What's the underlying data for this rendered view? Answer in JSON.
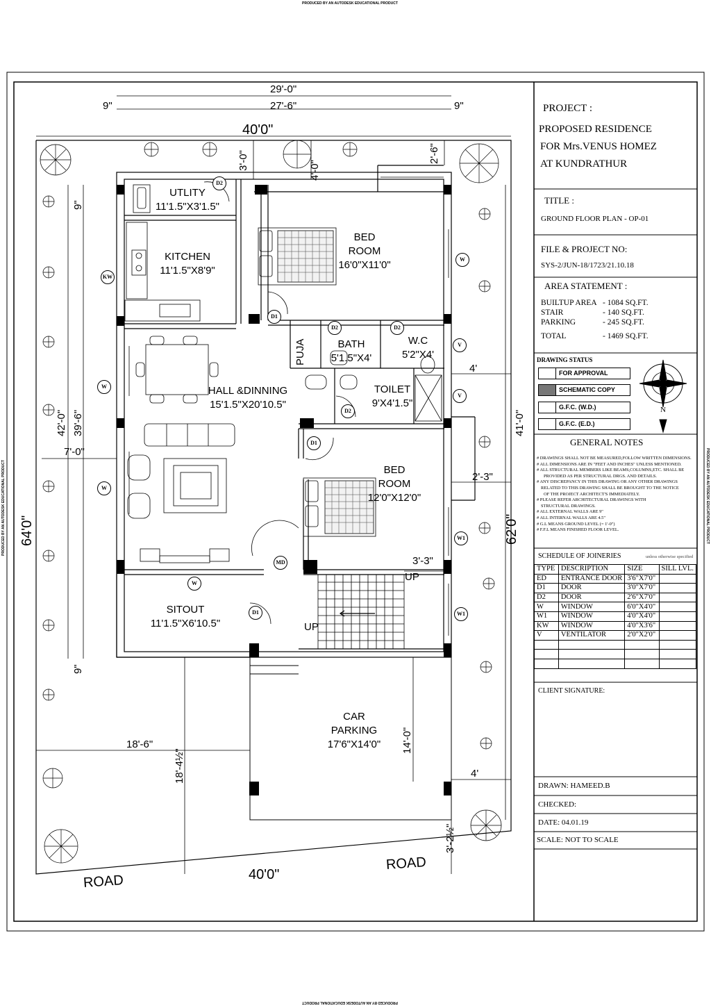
{
  "watermark": "PRODUCED BY AN AUTODESK EDUCATIONAL PRODUCT",
  "project": {
    "label": "PROJECT :",
    "line1": "PROPOSED RESIDENCE",
    "line2": "FOR Mrs.VENUS HOMEZ",
    "line3": "AT KUNDRATHUR"
  },
  "title": {
    "label": "TITLE :",
    "value": "GROUND FLOOR PLAN - OP-01"
  },
  "file_no": {
    "label": "FILE & PROJECT NO:",
    "value": "SYS-2/JUN-18/1723/21.10.18"
  },
  "area": {
    "label": "AREA STATEMENT :",
    "rows": [
      {
        "name": "BUILTUP AREA",
        "value": "- 1084 SQ.FT."
      },
      {
        "name": "STAIR",
        "value": "- 140 SQ.FT."
      },
      {
        "name": "PARKING",
        "value": "- 245 SQ.FT."
      },
      {
        "name": "TOTAL",
        "value": "- 1469 SQ.FT."
      }
    ]
  },
  "drawing_status": {
    "label": "DRAWING STATUS",
    "items": [
      "FOR APPROVAL",
      "SCHEMATIC COPY",
      "G.F.C. (W.D.)",
      "G.F.C. (E.D.)"
    ],
    "selected_color": "#777777"
  },
  "compass": {
    "north": "N"
  },
  "general_notes": {
    "label": "GENERAL NOTES",
    "lines": [
      "# DRAWINGS SHALL NOT BE MEASURED,FOLLOW WRITTEN DIMENSIONS.",
      "# ALL DIMENSIONS ARE IN \"FEET AND INCHES\" UNLESS MENTIONED.",
      "# ALL STRUCTURAL MEMBERS LIKE BEAMS,COLUMNS,ETC. SHALL BE",
      "PROVIDED AS PER STRUCTURAL DRGS. AND DETAILS.",
      "# ANY DISCREPANCY IN THIS DRAWING OR ANY OTHER DRAWINGS",
      "RELATED TO THIS DRAWING SHALL BE BROUGHT TO THE NOTICE",
      "OF THE PROJECT ARCHITECT'S IMMEDIATELY.",
      "# PLEASE REFER ARCHITECTURAL DRAWINGS WITH",
      "STRUCTURAL DRAWINGS.",
      "# ALL EXTERNAL WALLS ARE 9\"",
      "# ALL INTERNAL WALLS ARE 4.5\"",
      "# G.L MEANS GROUND LEVEL (= 1'-0\")",
      "# F.F.L MEANS FINISHED FLOOR LEVEL."
    ]
  },
  "joineries": {
    "label": "SCHEDULE OF JOINERIES",
    "note": "unless otherwise specified",
    "headers": [
      "TYPE",
      "DESCRIPTION",
      "SIZE",
      "SILL LVL."
    ],
    "rows": [
      [
        "ED",
        "ENTRANCE DOOR",
        "3'6\"X7'0\"",
        ""
      ],
      [
        "D1",
        "DOOR",
        "3'0\"X7'0\"",
        ""
      ],
      [
        "D2",
        "DOOR",
        "2'6\"X7'0\"",
        ""
      ],
      [
        "W",
        "WINDOW",
        "6'0\"X4'0\"",
        ""
      ],
      [
        "W1",
        "WINDOW",
        "4'0\"X4'0\"",
        ""
      ],
      [
        "KW",
        "WINDOW",
        "4'0\"X3'6\"",
        ""
      ],
      [
        "V",
        "VENTILATOR",
        "2'0\"X2'0\"",
        ""
      ],
      [
        "",
        "",
        "",
        ""
      ],
      [
        "",
        "",
        "",
        ""
      ],
      [
        "",
        "",
        "",
        ""
      ]
    ]
  },
  "client_signature": "CLIENT SIGNATURE:",
  "drawn": "DRAWN: HAMEED.B",
  "checked": "CHECKED:",
  "date": "DATE: 04.01.19",
  "scale": "SCALE: NOT TO SCALE",
  "rooms": {
    "utility": {
      "name": "UTLITY",
      "size": "11'1.5\"X3'1.5\""
    },
    "kitchen": {
      "name": "KITCHEN",
      "size": "11'1.5\"X8'9\""
    },
    "bed1": {
      "name1": "BED",
      "name2": "ROOM",
      "size": "16'0\"X11'0\""
    },
    "puja": {
      "name": "PUJA"
    },
    "bath": {
      "name": "BATH",
      "size": "5'1.5\"X4'"
    },
    "wc": {
      "name": "W.C",
      "size": "5'2\"X4'"
    },
    "toilet": {
      "name": "TOILET",
      "size": "9'X4'1.5\""
    },
    "hall": {
      "name": "HALL &DINNING",
      "size": "15'1.5\"X20'10.5\""
    },
    "bed2": {
      "name1": "BED",
      "name2": "ROOM",
      "size": "12'0\"X12'0\""
    },
    "sitout": {
      "name": "SITOUT",
      "size": "11'1.5\"X6'10.5\""
    },
    "parking": {
      "name1": "CAR",
      "name2": "PARKING",
      "size": "17'6\"X14'0\""
    }
  },
  "stair": {
    "up1": "UP",
    "up2": "UP"
  },
  "roads": {
    "left": "ROAD",
    "right": "ROAD"
  },
  "tags": {
    "d2": "D2",
    "d1": "D1",
    "w": "W",
    "w1": "W1",
    "kw": "KW",
    "v": "V",
    "md": "MD"
  },
  "dims": {
    "top_total": "29'-0\"",
    "top_left": "9\"",
    "top_mid": "27'-6\"",
    "top_right": "9\"",
    "plot_top": "40'0\"",
    "plot_bottom": "40'0\"",
    "d3_0": "3'-0\"",
    "d4_0": "4'-0\"",
    "d2_6": "2'-6\"",
    "left_9a": "9\"",
    "left_42": "42'-0\"",
    "left_39": "39'-6\"",
    "left_9b": "9\"",
    "left_7": "7'-0\"",
    "left_64": "64'0\"",
    "right_41": "41'-0\"",
    "right_62": "62'0\"",
    "right_4a": "4'",
    "right_2_3": "2'-3\"",
    "stair_3_3": "3'-3\"",
    "d18_6": "18'-6\"",
    "d18_4": "18'-4½\"",
    "d14_0": "14'-0\"",
    "right_4b": "4'",
    "d3_2": "3'-2½\""
  }
}
